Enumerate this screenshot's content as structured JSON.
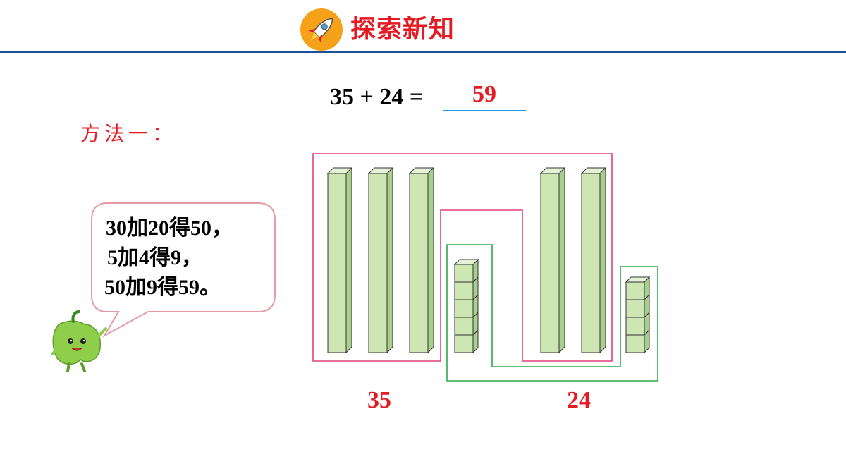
{
  "header": {
    "title": "探索新知",
    "icon": "rocket-icon"
  },
  "equation": {
    "expression": "35 + 24 =",
    "answer": "59"
  },
  "method": {
    "label": "方法一："
  },
  "speech_bubble": {
    "lines": [
      "30加20得50，",
      "5加4得9，",
      "50加9得59。"
    ]
  },
  "blocks": {
    "group_a": {
      "label": "35",
      "tens": 3,
      "ones": 5
    },
    "group_b": {
      "label": "24",
      "tens": 2,
      "ones": 4
    }
  },
  "colors": {
    "accent_red": "#e51b23",
    "header_rule": "#1f4e9c",
    "answer_rule": "#1e9be0",
    "pink_outline": "#e0417a",
    "green_outline": "#2da84a",
    "block_fill": "#cde6b4",
    "block_side": "#a9cf8c",
    "block_top": "#e6f3d8"
  }
}
